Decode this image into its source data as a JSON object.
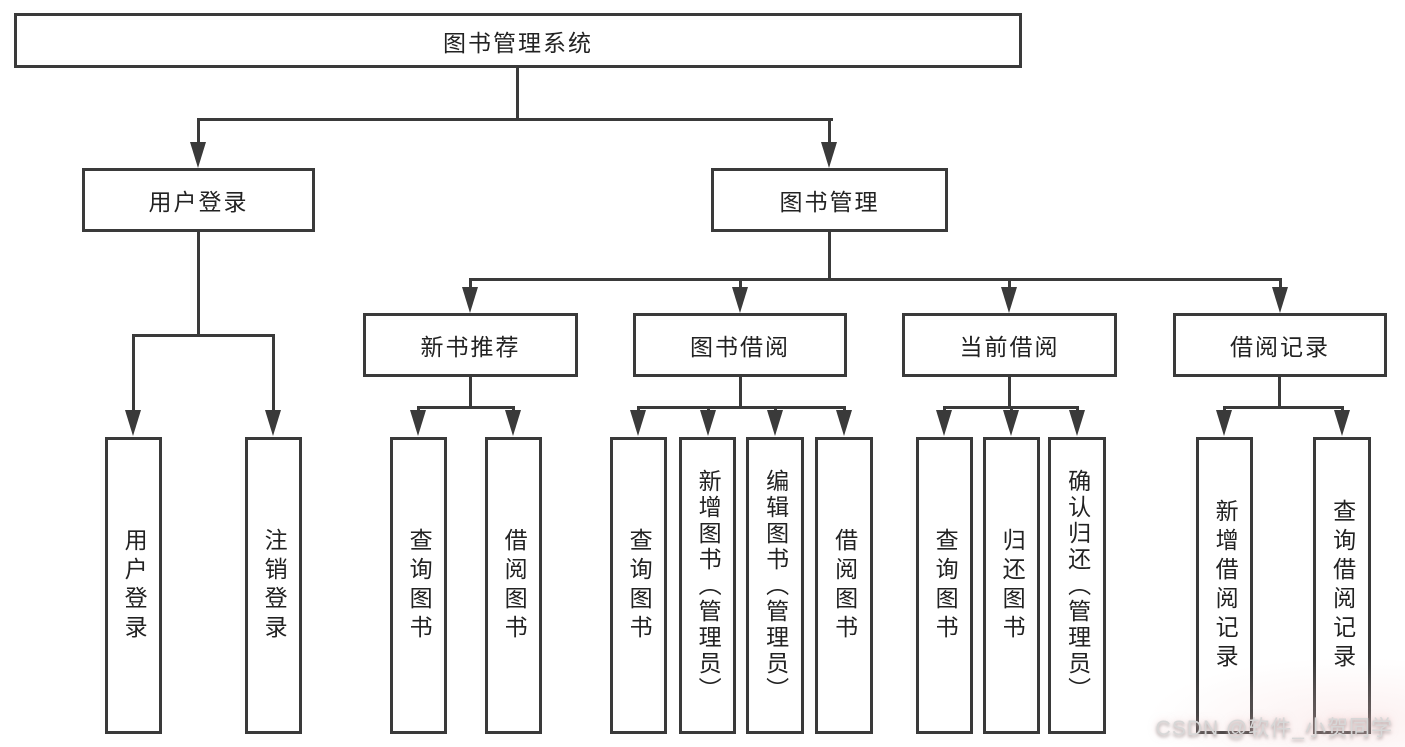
{
  "root": {
    "label": "图书管理系统"
  },
  "user": {
    "label": "用户登录",
    "children": [
      {
        "label": "用户登录"
      },
      {
        "label": "注销登录"
      }
    ]
  },
  "book": {
    "label": "图书管理",
    "groups": [
      {
        "label": "新书推荐",
        "children": [
          {
            "label": "查询图书"
          },
          {
            "label": "借阅图书"
          }
        ]
      },
      {
        "label": "图书借阅",
        "children": [
          {
            "label": "查询图书"
          },
          {
            "label": "新增图书（管理员）"
          },
          {
            "label": "编辑图书（管理员）"
          },
          {
            "label": "借阅图书"
          }
        ]
      },
      {
        "label": "当前借阅",
        "children": [
          {
            "label": "查询图书"
          },
          {
            "label": "归还图书"
          },
          {
            "label": "确认归还（管理员）"
          }
        ]
      },
      {
        "label": "借阅记录",
        "children": [
          {
            "label": "新增借阅记录"
          },
          {
            "label": "查询借阅记录"
          }
        ]
      }
    ]
  },
  "watermark": {
    "text": "CSDN @软件_小贺同学"
  },
  "colors": {
    "line": "#3a3a3a",
    "text": "#222222",
    "background": "#ffffff",
    "watermark": "#d7d7d7"
  }
}
